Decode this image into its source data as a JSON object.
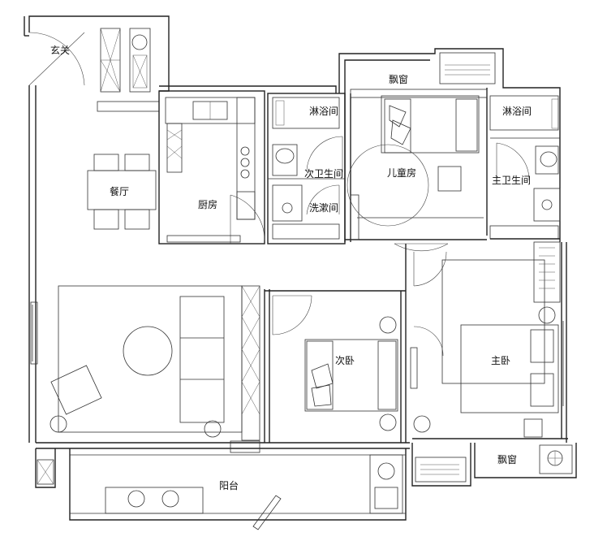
{
  "plan": {
    "rooms": {
      "entrance": "玄关",
      "dining": "餐厅",
      "kitchen": "厨房",
      "shower_a": "淋浴间",
      "second_bath": "次卫生间",
      "washroom": "洗漱间",
      "bay_window_top": "飘窗",
      "kids_room": "儿童房",
      "shower_b": "淋浴间",
      "master_bath": "主卫生间",
      "second_bedroom": "次卧",
      "master_bedroom": "主卧",
      "bay_window_bottom": "飘窗",
      "balcony": "阳台"
    }
  }
}
